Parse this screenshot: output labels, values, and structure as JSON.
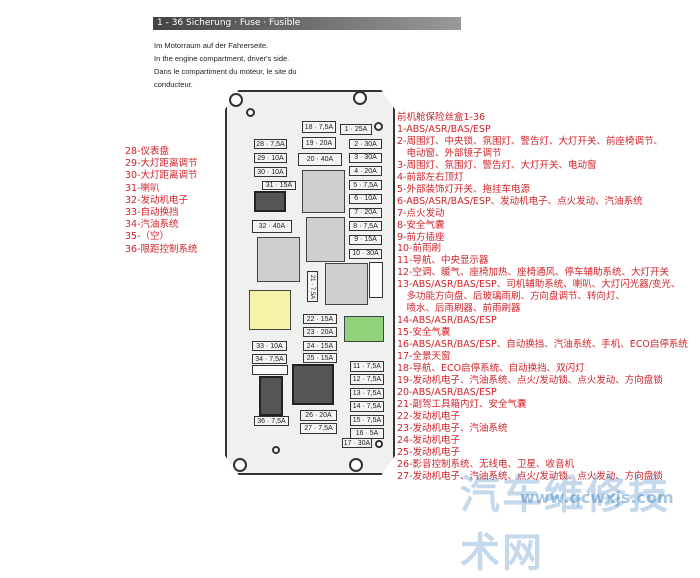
{
  "header": {
    "title": "1 - 36 Sicherung · Fuse · Fusible",
    "lines": [
      "Im Motorraum auf der Fahrerseite.",
      "In the engine compartment, driver's side.",
      "Dans le compartiment du moteur, le site du",
      "conducteur."
    ]
  },
  "fuses": [
    "18 · 7,5A",
    "19 · 20A",
    "1 · 25A",
    "28 · 7,5A",
    "29 · 10A",
    "30 · 10A",
    "20 · 40A",
    "2 · 30A",
    "3 · 30A",
    "4 · 20A",
    "5 · 7,5A",
    "6 · 10A",
    "7 · 20A",
    "8 · 7,5A",
    "9 · 15A",
    "10 · 30A",
    "31 · 15A",
    "32 · 40A",
    "21 · 7,5A",
    "22 · 15A",
    "23 · 20A",
    "24 · 15A",
    "25 · 15A",
    "33 · 10A",
    "34 · 7,5A",
    "36 · 7,5A",
    "26 · 20A",
    "27 · 7,5A",
    "11 · 7,5A",
    "12 · 7,5A",
    "13 · 7,5A",
    "14 · 7,5A",
    "15 · 7,5A",
    "16 · 5A",
    "17 · 30A"
  ],
  "left_legend": [
    "28-仪表盘",
    "29-大灯距离调节",
    "30-大灯距离调节",
    "31-喇叭",
    "32-发动机电子",
    "33-自动换挡",
    "34-汽油系统",
    "35-（空）",
    "36-限距控制系统"
  ],
  "right_legend": [
    "前机舱保险丝盒1-36",
    "1-ABS/ASR/BAS/ESP",
    "2-周围灯、中央锁、氛围灯、警告灯、大灯开关、前座椅调节、",
    "　电动窗、外部镜子调节",
    "3-周围灯、氛围灯、警告灯、大灯开关、电动窗",
    "4-前部左右顶灯",
    "5-外部装饰灯开关、拖挂车电源",
    "6-ABS/ASR/BAS/ESP、发动机电子、点火发动、汽油系统",
    "7-点火发动",
    "8-安全气囊",
    "9-前方插座",
    "10-前雨刷",
    "11-导航、中央显示器",
    "12-空调、暖气、座椅加热、座椅通风、停车辅助系统、大灯开关",
    "13-ABS/ASR/BAS/ESP、司机辅助系统、喇叭、大灯闪光器/变光、",
    "　多功能方向盘、后玻璃雨刷、方向盘调节、转向灯、",
    "　喷水、后雨刷器、前雨刷器",
    "14-ABS/ASR/BAS/ESP",
    "15-安全气囊",
    "16-ABS/ASR/BAS/ESP、自动换挡、汽油系统、手机、ECO启停系统",
    "17-全景天窗",
    "18-导航、ECO启停系统、自动换挡、双闪灯",
    "19-发动机电子、汽油系统、点火/发动锁、点火发动、方向盘锁",
    "20-ABS/ASR/BAS/ESP",
    "21-副驾工具箱内灯、安全气囊",
    "22-发动机电子",
    "23-发动机电子、汽油系统",
    "24-发动机电子",
    "25-发动机电子",
    "26-影音控制系统、无线电、卫星、收音机",
    "27-发动机电子、汽油系统、点火/发动锁、点火发动、方向盘锁"
  ],
  "watermark": {
    "text": "汽车维修技术网",
    "url": "www.qcwxjs.com"
  },
  "colors": {
    "legend": "#d2232a",
    "yellow_relay": "#f7f3a6",
    "green_relay": "#8fd27a"
  }
}
